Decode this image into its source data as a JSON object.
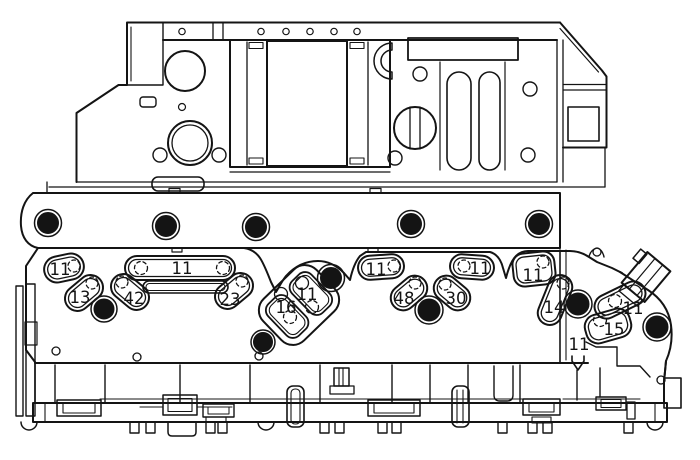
{
  "figure": {
    "type": "technical-line-diagram",
    "subject": "transmission-valve-body-side-view",
    "background_color": "#ffffff",
    "line_color": "#141414"
  },
  "callouts": [
    {
      "id": "seal-a",
      "label": "11"
    },
    {
      "id": "seal-b",
      "label": "13"
    },
    {
      "id": "seal-c",
      "label": "42"
    },
    {
      "id": "seal-long",
      "label": "11"
    },
    {
      "id": "seal-d",
      "label": "23"
    },
    {
      "id": "seal-e",
      "label": "16"
    },
    {
      "id": "seal-f",
      "label": "11"
    },
    {
      "id": "seal-g",
      "label": "11"
    },
    {
      "id": "seal-h",
      "label": "48"
    },
    {
      "id": "seal-i",
      "label": "30"
    },
    {
      "id": "seal-j",
      "label": "11"
    },
    {
      "id": "seal-k",
      "label": "11"
    },
    {
      "id": "seal-l",
      "label": "14"
    },
    {
      "id": "seal-m",
      "label": "11"
    },
    {
      "id": "seal-n",
      "label": "15"
    },
    {
      "id": "free-pointer",
      "label": "11"
    }
  ],
  "counts": {
    "rail_bolt_holes": 5,
    "plate_bolt_holes": 6
  }
}
